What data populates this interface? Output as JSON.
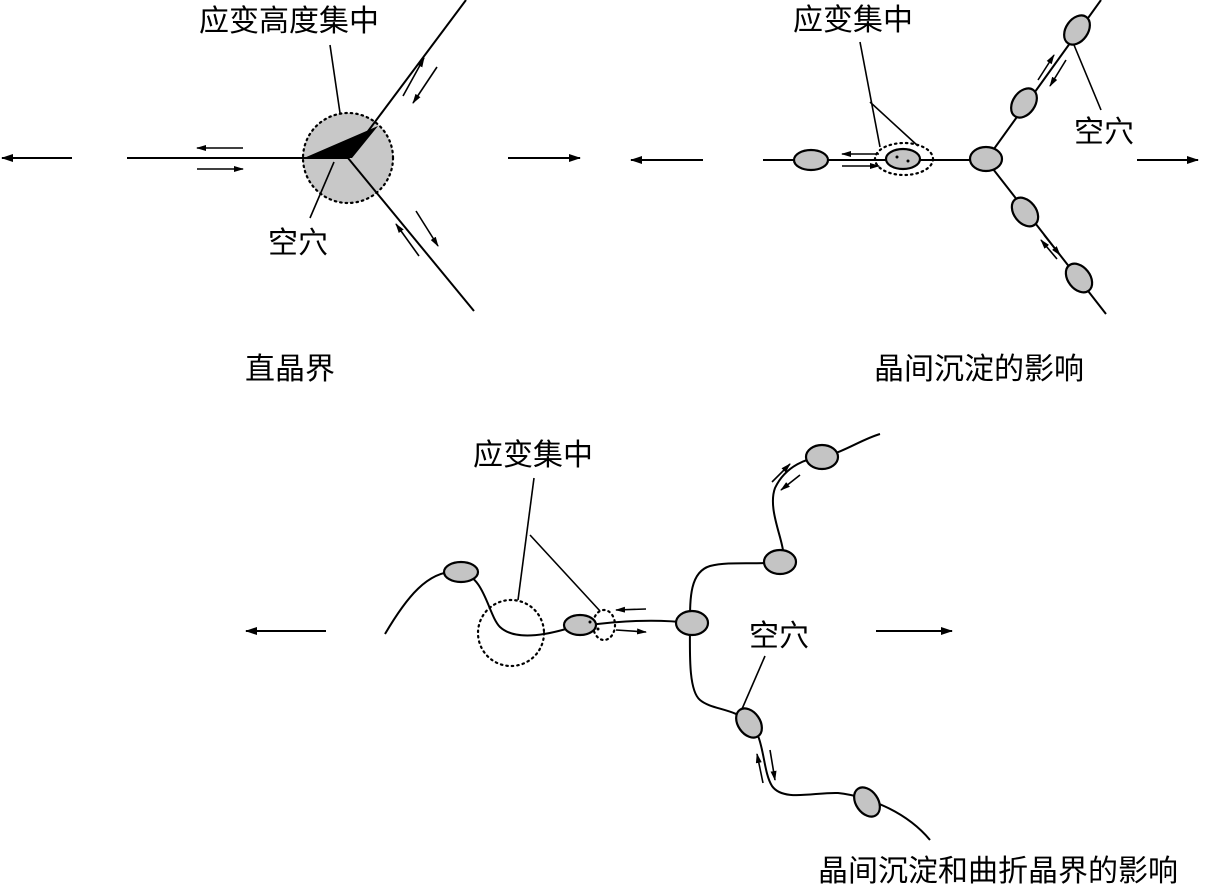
{
  "panels": {
    "straight": {
      "caption": "直晶界",
      "strain_label": "应变高度集中",
      "void_label": "空穴"
    },
    "precipitate": {
      "caption": "晶间沉淀的影响",
      "strain_label": "应变集中",
      "void_label": "空穴"
    },
    "curved": {
      "caption": "晶间沉淀和曲折晶界的影响",
      "strain_label": "应变集中",
      "void_label": "空穴"
    }
  },
  "colors": {
    "precipitate_fill": "#c4c4c4",
    "void_fill": "#000000",
    "line": "#000000"
  }
}
